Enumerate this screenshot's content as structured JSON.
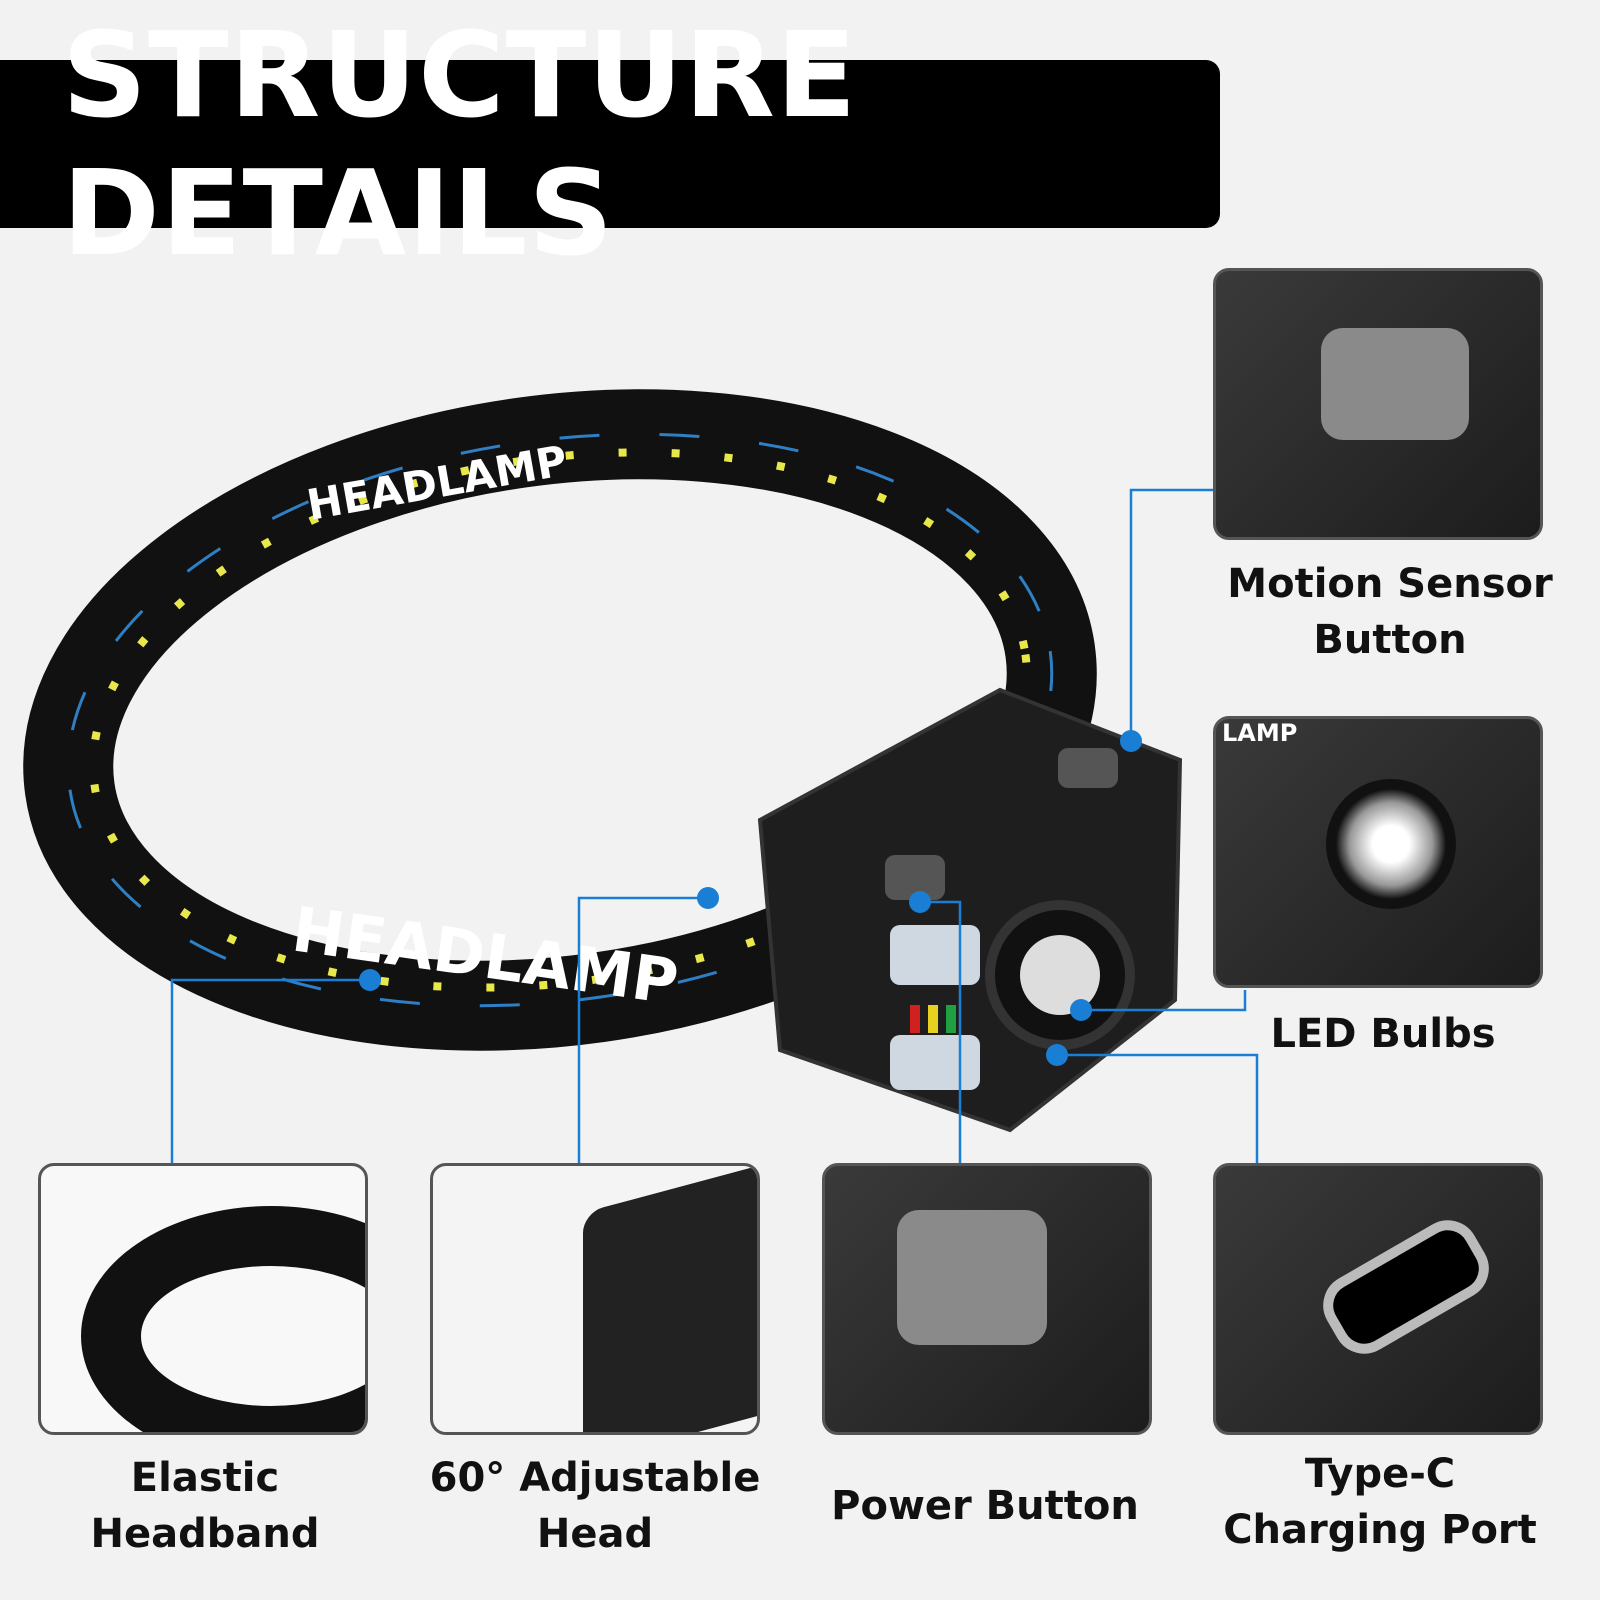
{
  "title": "STRUCTURE DETAILS",
  "band_text": "HEADLAMP",
  "inset_text": "LAMP",
  "features": [
    {
      "label_line1": "Motion Sensor",
      "label_line2": "Button"
    },
    {
      "label_line1": "LED Bulbs",
      "label_line2": ""
    },
    {
      "label_line1": "Elastic",
      "label_line2": "Headband"
    },
    {
      "label_line1": "60° Adjustable",
      "label_line2": "Head"
    },
    {
      "label_line1": "Power Button",
      "label_line2": ""
    },
    {
      "label_line1": "Type-C",
      "label_line2": "Charging Port"
    }
  ],
  "colors": {
    "callout": "#1a7fd4",
    "band_accent_blue": "#2f7fc4",
    "band_accent_yellow": "#e8e84a",
    "background": "#f2f2f2"
  }
}
